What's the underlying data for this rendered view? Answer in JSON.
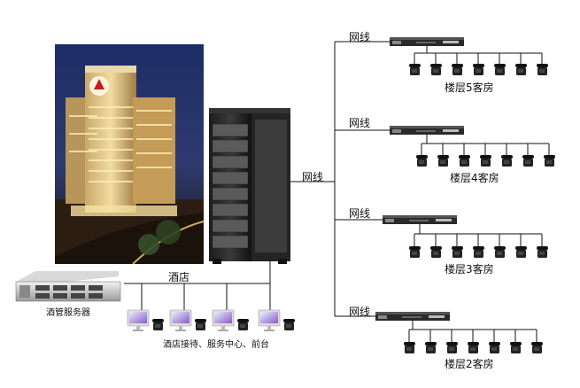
{
  "labels": {
    "cable": "网线",
    "hotel": "酒店",
    "server": "酒管服务器",
    "front": "酒店接待、服务中心、前台"
  },
  "floors": [
    {
      "label": "楼层5客房"
    },
    {
      "label": "楼层4客房"
    },
    {
      "label": "楼层3客房"
    },
    {
      "label": "楼层2客房"
    }
  ],
  "icons": {
    "building": "hotel-building-photo-icon",
    "rack": "server-rack-cabinet-icon",
    "server": "rack-server-icon",
    "switch": "network-switch-icon",
    "phone": "ip-phone-icon",
    "monitor": "desktop-monitor-icon"
  }
}
